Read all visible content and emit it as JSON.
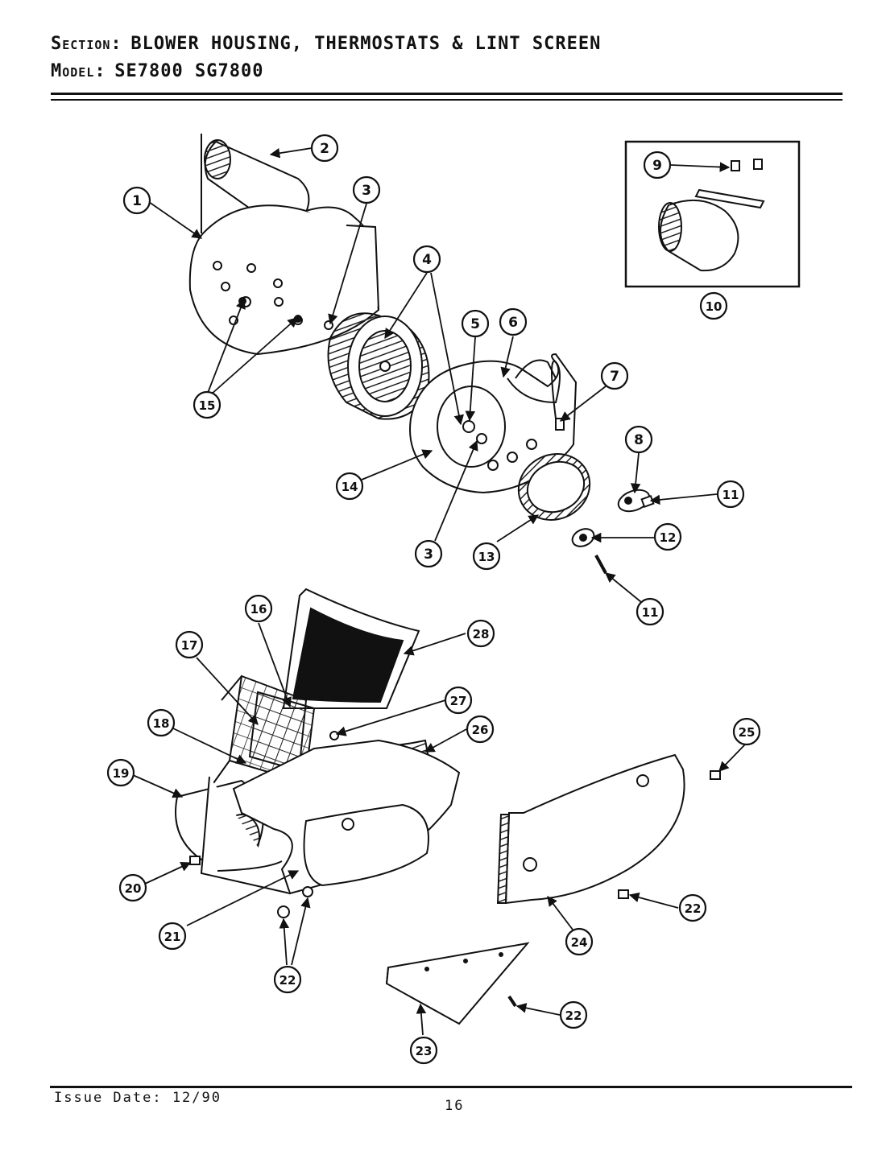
{
  "header": {
    "section_label": "Section:",
    "section_title": "BLOWER HOUSING, THERMOSTATS & LINT SCREEN",
    "model_label": "Model:",
    "models": "SE7800  SG7800"
  },
  "footer": {
    "issue_date": "Issue Date: 12/90",
    "page_number": "16"
  },
  "callouts": [
    {
      "id": "c1",
      "label": "1"
    },
    {
      "id": "c2",
      "label": "2"
    },
    {
      "id": "c3a",
      "label": "3"
    },
    {
      "id": "c4",
      "label": "4"
    },
    {
      "id": "c5",
      "label": "5"
    },
    {
      "id": "c6",
      "label": "6"
    },
    {
      "id": "c7",
      "label": "7"
    },
    {
      "id": "c8",
      "label": "8"
    },
    {
      "id": "c9",
      "label": "9"
    },
    {
      "id": "c10",
      "label": "10"
    },
    {
      "id": "c11a",
      "label": "11"
    },
    {
      "id": "c12",
      "label": "12"
    },
    {
      "id": "c11b",
      "label": "11"
    },
    {
      "id": "c13",
      "label": "13"
    },
    {
      "id": "c3b",
      "label": "3"
    },
    {
      "id": "c14",
      "label": "14"
    },
    {
      "id": "c15",
      "label": "15"
    },
    {
      "id": "c16",
      "label": "16"
    },
    {
      "id": "c17",
      "label": "17"
    },
    {
      "id": "c18",
      "label": "18"
    },
    {
      "id": "c19",
      "label": "19"
    },
    {
      "id": "c20",
      "label": "20"
    },
    {
      "id": "c21",
      "label": "21"
    },
    {
      "id": "c22a",
      "label": "22"
    },
    {
      "id": "c22b",
      "label": "22"
    },
    {
      "id": "c22c",
      "label": "22"
    },
    {
      "id": "c23",
      "label": "23"
    },
    {
      "id": "c24",
      "label": "24"
    },
    {
      "id": "c25",
      "label": "25"
    },
    {
      "id": "c26",
      "label": "26"
    },
    {
      "id": "c27",
      "label": "27"
    },
    {
      "id": "c28",
      "label": "28"
    }
  ]
}
